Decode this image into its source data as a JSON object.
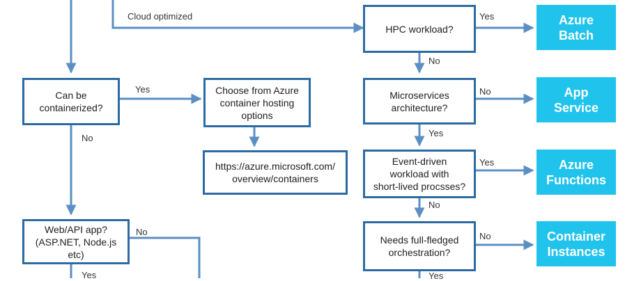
{
  "colors": {
    "box_border": "#2b6aa3",
    "arrow": "#5b8fc4",
    "service_fill": "#1fc3ec",
    "service_text": "#ffffff",
    "text": "#1d1d1d"
  },
  "nodes": {
    "hpc": "HPC workload?",
    "containerized": "Can be\ncontainerized?",
    "choose_azure": "Choose from Azure\ncontainer hosting\noptions",
    "azure_url": "https://azure.microsoft.com/\noverview/containers",
    "microservices": "Microservices\narchitecture?",
    "event_driven": "Event-driven\nworkload with\nshort-lived procsses?",
    "web_api": "Web/API app?\n(ASP.NET, Node.js etc)",
    "full_orchestration": "Needs full-fledged\norchestration?"
  },
  "services": {
    "azure_batch": "Azure\nBatch",
    "app_service": "App\nService",
    "azure_functions": "Azure\nFunctions",
    "container_instances": "Container\nInstances"
  },
  "edge_labels": {
    "cloud_optimized": "Cloud optimized",
    "hpc_yes": "Yes",
    "hpc_no": "No",
    "containerized_yes": "Yes",
    "containerized_no": "No",
    "microservices_no": "No",
    "microservices_yes": "Yes",
    "event_yes": "Yes",
    "event_no": "No",
    "webapi_no": "No",
    "webapi_yes": "Yes",
    "orchestration_no": "No",
    "orchestration_yes": "Yes"
  }
}
